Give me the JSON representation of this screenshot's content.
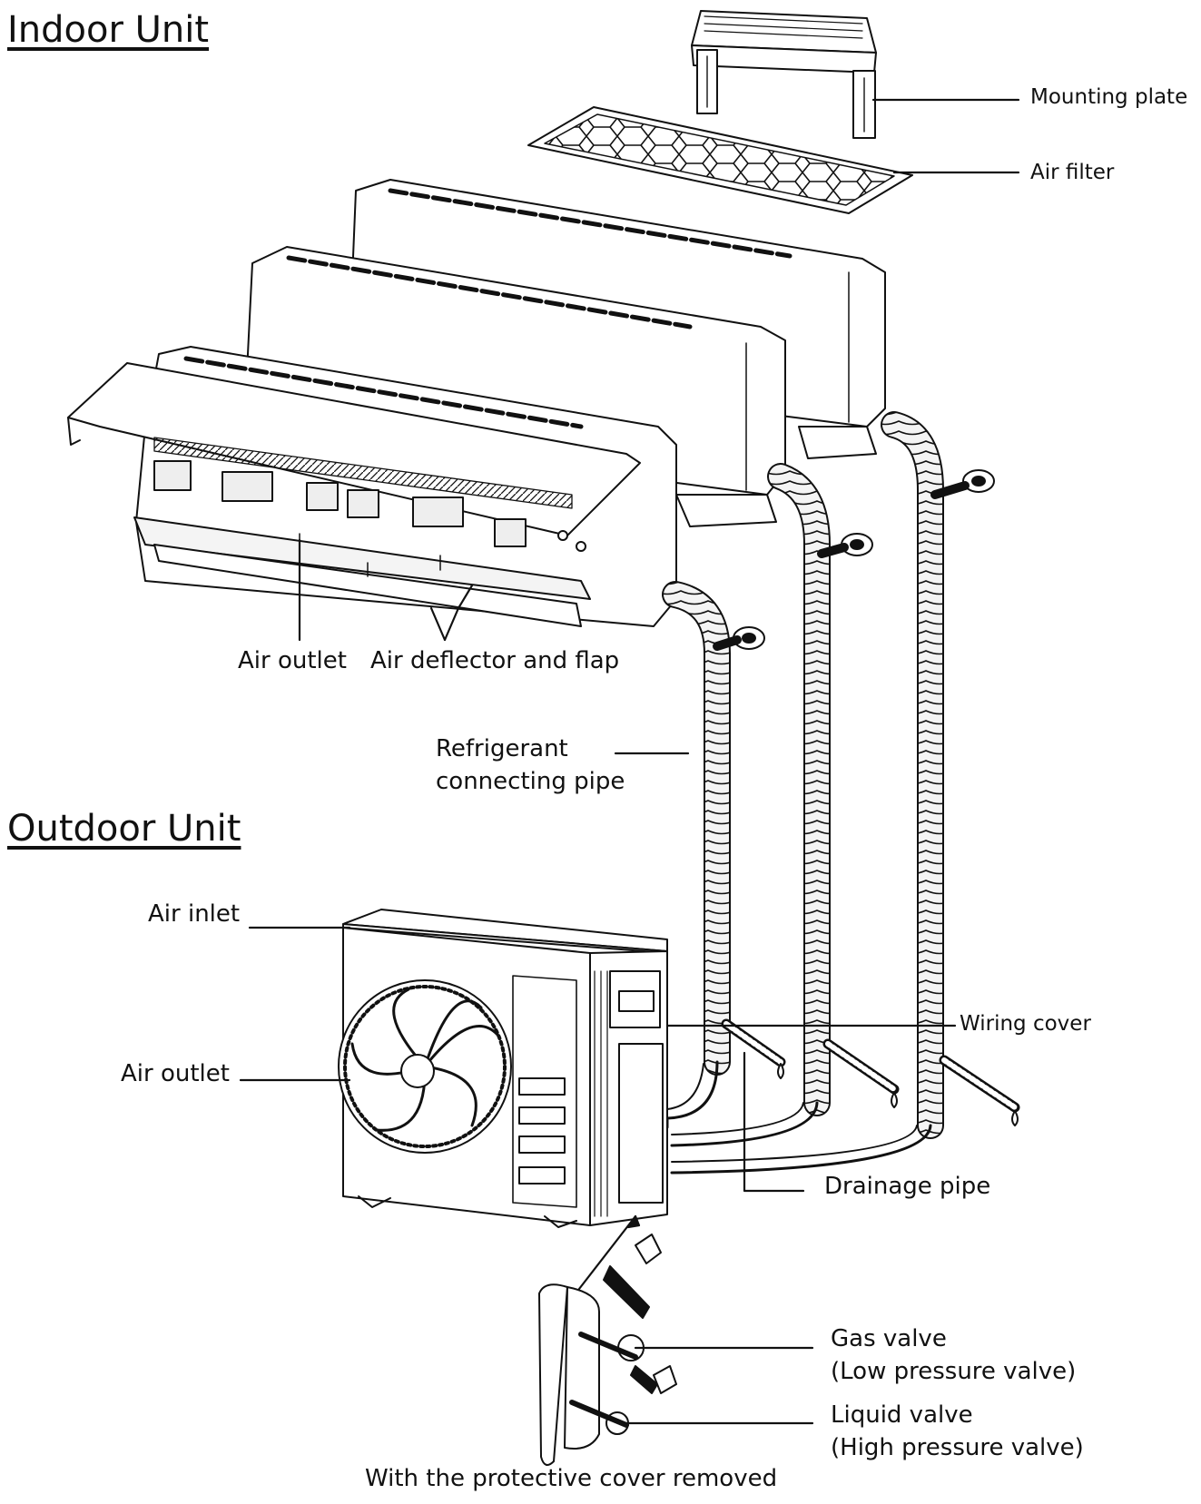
{
  "sections": {
    "indoor": "Indoor Unit",
    "outdoor": "Outdoor Unit"
  },
  "labels": {
    "mounting_plate": "Mounting plate",
    "air_filter": "Air filter",
    "air_outlet_indoor": "Air outlet",
    "air_deflector_flap": "Air deflector and flap",
    "refrigerant_pipe_line1": "Refrigerant",
    "refrigerant_pipe_line2": "connecting pipe",
    "air_inlet": "Air inlet",
    "air_outlet_outdoor": "Air outlet",
    "wiring_cover": "Wiring cover",
    "drainage_pipe": "Drainage pipe",
    "gas_valve_line1": "Gas valve",
    "gas_valve_line2": "(Low pressure valve)",
    "liquid_valve_line1": "Liquid valve",
    "liquid_valve_line2": "(High pressure valve)",
    "cover_removed": "With the protective cover removed"
  },
  "colors": {
    "line": "#111111",
    "fill": "#ffffff",
    "pipe_fill": "#f2f2f2"
  }
}
